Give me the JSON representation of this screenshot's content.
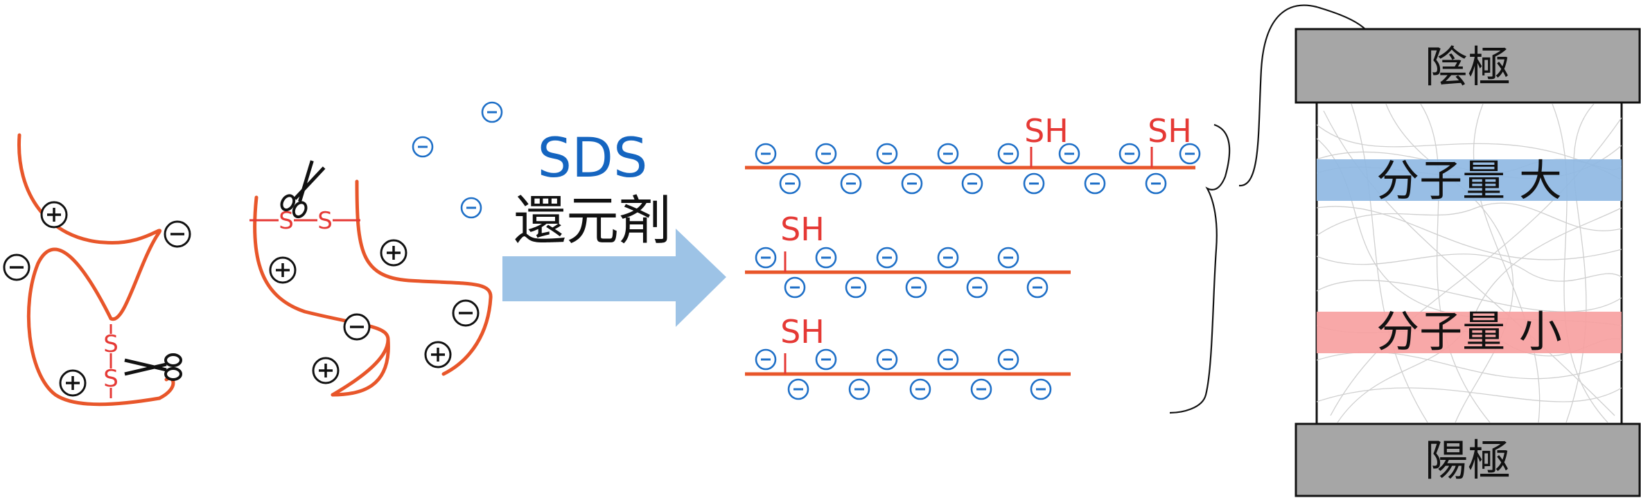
{
  "colors": {
    "protein_chain": "#e8562a",
    "thiol": "#e53935",
    "sds_charge": "#1e6fc7",
    "arrow": "#9dc3e6",
    "electrode": "#a6a6a6",
    "band_high": "#8fb9e3",
    "band_low": "#f7a1a1",
    "gel_fibers": "#c9c9c9"
  },
  "icons": {
    "scissors": "scissors-icon",
    "plus_charge": "positive-charge-icon",
    "minus_charge": "negative-charge-icon"
  },
  "labels": {
    "sds": "SDS",
    "reducing_agent": "還元剤",
    "sulfur": "S",
    "thiol": "SH",
    "cathode": "陰極",
    "anode": "陽極",
    "band_high": "分子量 大",
    "band_low": "分子量 小"
  }
}
